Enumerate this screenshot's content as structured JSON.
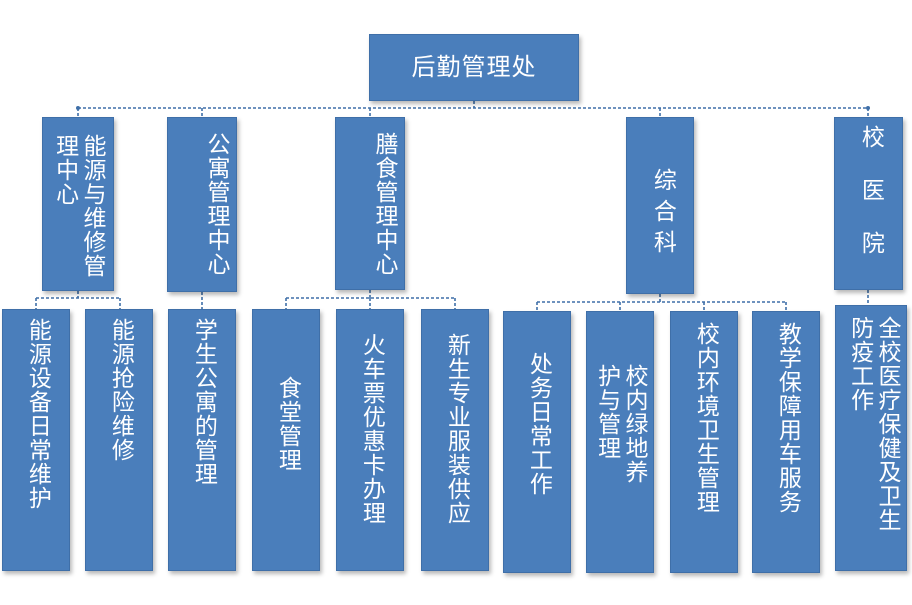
{
  "root": "后勤管理处",
  "departments": [
    {
      "id": "energy",
      "label": "能源与维修管理中心",
      "children": [
        "能源设备日常维护",
        "能源抢险维修"
      ]
    },
    {
      "id": "apartment",
      "label": "公寓管理中心",
      "children": [
        "学生公寓的管理"
      ]
    },
    {
      "id": "dining",
      "label": "膳食管理中心",
      "children": [
        "食堂管理",
        "火车票优惠卡办理",
        "新生专业服装供应"
      ]
    },
    {
      "id": "general",
      "label": "综合科",
      "children": [
        "处务日常工作",
        "校内绿地养护与管理",
        "校内环境卫生管理",
        "教学保障用车服务"
      ]
    },
    {
      "id": "clinic",
      "label": "校医院",
      "children": [
        "全校医疗保健及卫生防疫工作"
      ]
    }
  ],
  "colors": {
    "box": "#4a7ebb",
    "border": "#3f6fa8",
    "connector": "#3f6fa8",
    "text": "#ffffff"
  }
}
